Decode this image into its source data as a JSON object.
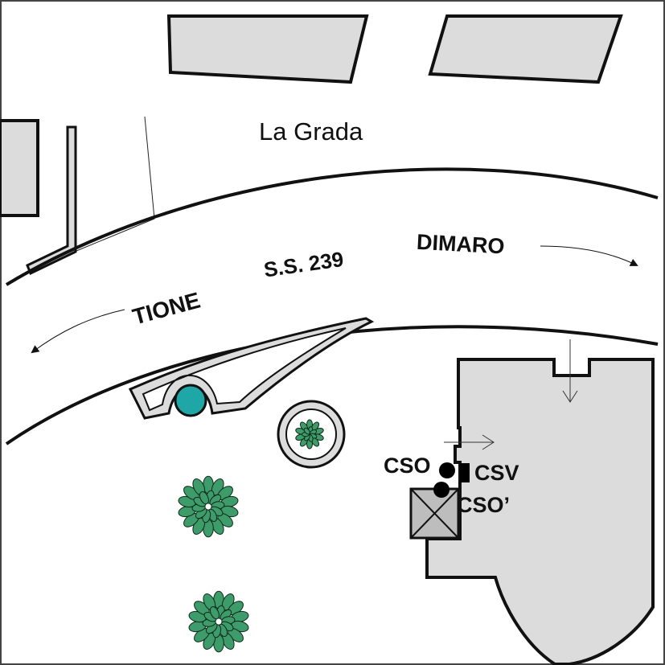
{
  "map": {
    "place_label": "La Grada",
    "road_label": "S.S. 239",
    "direction_left": "TIONE",
    "direction_right": "DIMARO",
    "points": [
      {
        "id": "cso",
        "label": "CSO",
        "symbol": "black-dot"
      },
      {
        "id": "csv",
        "label": "CSV",
        "symbol": "black-square"
      },
      {
        "id": "cso_prime",
        "label": "CSO’",
        "symbol": "black-dot"
      }
    ],
    "fountain_color": "#1fa6a6",
    "tree_color": "#3e9b6a",
    "building_fill": "#dcdcdc",
    "icons": [
      "tree-icon",
      "fountain-icon",
      "arrow-icon"
    ]
  }
}
